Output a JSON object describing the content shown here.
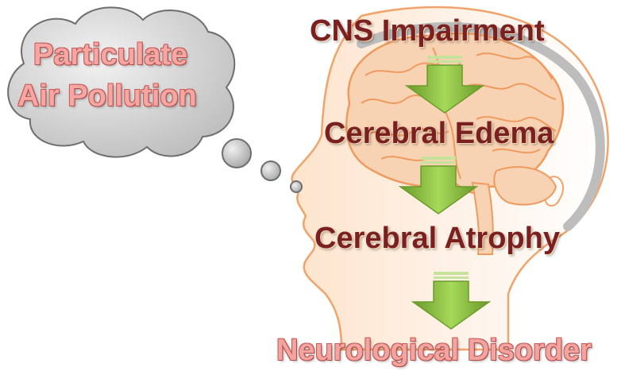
{
  "cloud": {
    "line1": "Particulate",
    "line2": "Air Pollution"
  },
  "steps": [
    "CNS Impairment",
    "Cerebral Edema",
    "Cerebral Atrophy"
  ],
  "outcome": "Neurological Disorder",
  "colors": {
    "step_text": "#7b2020",
    "pink_text": "#f6a7a4",
    "arrow": "#8cc63f",
    "head_outline": "#f0a36a",
    "brain_fill": "#f7d2b3",
    "cloud_fill": "#d9d9d9"
  },
  "icons": [
    "thought-cloud-icon",
    "head-profile-icon",
    "brain-icon",
    "down-arrow-icon"
  ]
}
